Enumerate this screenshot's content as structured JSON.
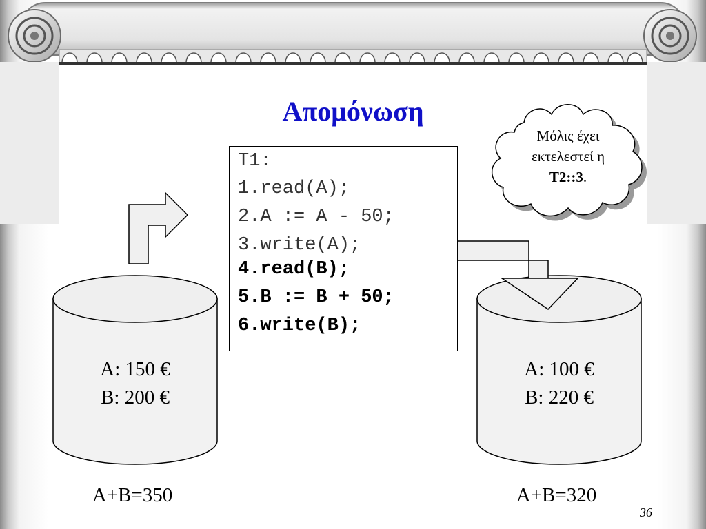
{
  "slide": {
    "title": "Απομόνωση",
    "page_number": "36"
  },
  "transaction": {
    "header": "T1:",
    "steps": [
      {
        "text": "1.read(A);",
        "bold": false
      },
      {
        "text": "2.A := A - 50;",
        "bold": false
      },
      {
        "text": "3.write(A);",
        "bold": false
      },
      {
        "text": "4.read(B);",
        "bold": true
      },
      {
        "text": "5.B := B + 50;",
        "bold": true
      },
      {
        "text": "6.write(B);",
        "bold": true
      }
    ]
  },
  "cloud": {
    "line1": "Μόλις έχει",
    "line2": "εκτελεστεί η",
    "line3_bold": "T2::3",
    "line3_suffix": "."
  },
  "left_db": {
    "a": "A: 150 €",
    "b": "B: 200 €",
    "sum": "A+B=350"
  },
  "right_db": {
    "a": "A: 100 €",
    "b": "B: 220 €",
    "sum": "A+B=320"
  }
}
